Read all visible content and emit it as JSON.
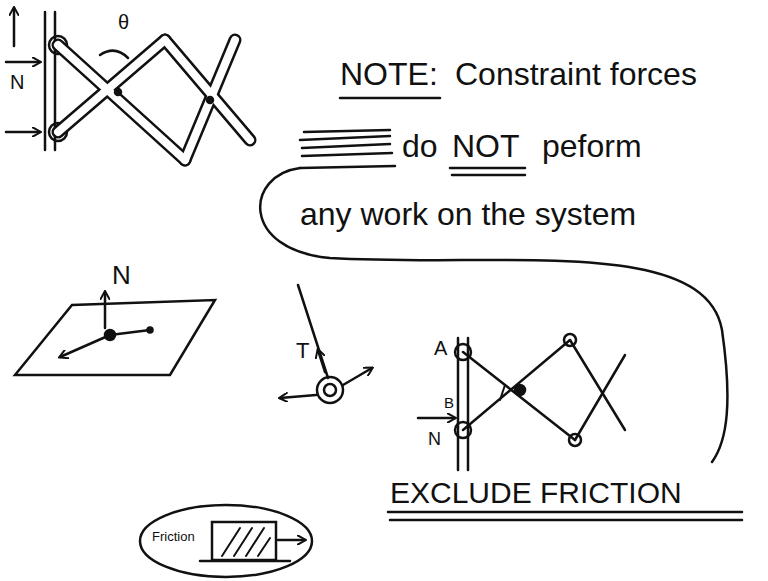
{
  "diagram": {
    "nodes": [
      {
        "text": [
          "Friction"
        ]
      }
    ],
    "labels": [
      "N",
      "θ",
      "NOTE:",
      "Constraint forces",
      "do",
      "NOT",
      "peform",
      "any work on the system",
      "N",
      "T",
      "A",
      "B",
      "N",
      "EXCLUDE FRICTION"
    ]
  }
}
